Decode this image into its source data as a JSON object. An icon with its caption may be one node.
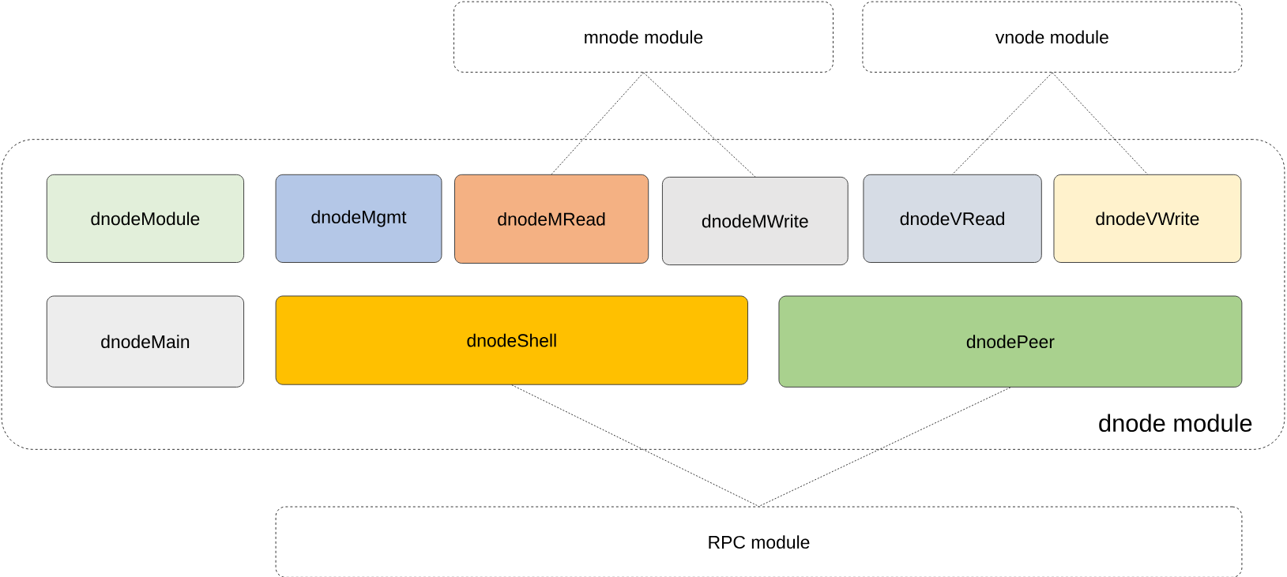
{
  "diagram": {
    "nodes": [
      {
        "text": [
          "mnode module"
        ]
      },
      {
        "text": [
          "vnode module"
        ]
      },
      {
        "text": [
          "dnode module"
        ]
      },
      {
        "text": [
          "dnodeModule"
        ],
        "in": 2
      },
      {
        "text": [
          "dnodeMgmt"
        ],
        "in": 2
      },
      {
        "text": [
          "dnodeMRead"
        ],
        "in": 2
      },
      {
        "text": [
          "dnodeMWrite"
        ],
        "in": 2
      },
      {
        "text": [
          "dnodeVRead"
        ],
        "in": 2
      },
      {
        "text": [
          "dnodeVWrite"
        ],
        "in": 2
      },
      {
        "text": [
          "dnodeMain"
        ],
        "in": 2
      },
      {
        "text": [
          "dnodeShell"
        ],
        "in": 2
      },
      {
        "text": [
          "dnodePeer"
        ],
        "in": 2
      },
      {
        "text": [
          "RPC module"
        ]
      }
    ],
    "edges": [
      {
        "from": 0,
        "to": 5,
        "arrow": "none",
        "style": "dashed"
      },
      {
        "from": 0,
        "to": 6,
        "arrow": "none",
        "style": "dashed"
      },
      {
        "from": 1,
        "to": 7,
        "arrow": "none",
        "style": "dashed"
      },
      {
        "from": 1,
        "to": 8,
        "arrow": "none",
        "style": "dashed"
      },
      {
        "from": 10,
        "to": 12,
        "arrow": "none",
        "style": "dashed"
      },
      {
        "from": 11,
        "to": 12,
        "arrow": "none",
        "style": "dashed"
      }
    ]
  }
}
